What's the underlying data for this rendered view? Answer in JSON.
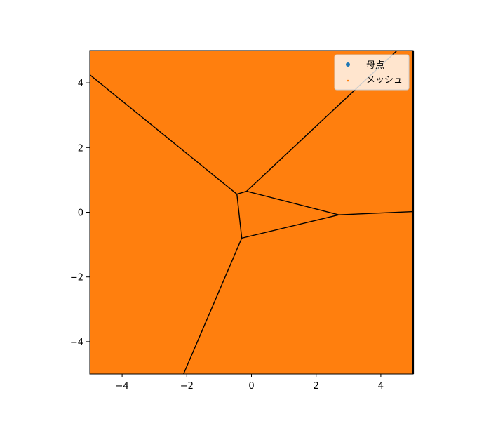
{
  "chart_data": {
    "type": "voronoi",
    "title": "",
    "xlabel": "",
    "ylabel": "",
    "xlim": [
      -5,
      5
    ],
    "ylim": [
      -5,
      5
    ],
    "xticks": [
      -4,
      -2,
      0,
      2,
      4
    ],
    "yticks": [
      -4,
      -2,
      0,
      2,
      4
    ],
    "xtick_labels": [
      "−4",
      "−2",
      "0",
      "2",
      "4"
    ],
    "ytick_labels": [
      "−4",
      "−2",
      "0",
      "2",
      "4"
    ],
    "grid": false,
    "legend_position": "upper-right",
    "fill_color": "#ff7f0e",
    "edge_color": "#000000",
    "series": [
      {
        "name": "母点",
        "marker": "circle",
        "color": "#1f77b4"
      },
      {
        "name": "メッシュ",
        "marker": "dot",
        "color": "#ff7f0e"
      }
    ],
    "voronoi_vertices": [
      {
        "id": "A",
        "x": -0.45,
        "y": 0.56
      },
      {
        "id": "B",
        "x": -0.15,
        "y": 0.65
      },
      {
        "id": "C",
        "x": 2.7,
        "y": -0.08
      },
      {
        "id": "D",
        "x": -0.3,
        "y": -0.8
      }
    ],
    "voronoi_edges": [
      {
        "from": [
          -0.45,
          0.56
        ],
        "to": [
          -5.0,
          4.25
        ]
      },
      {
        "from": [
          -0.15,
          0.65
        ],
        "to": [
          4.5,
          5.0
        ]
      },
      {
        "from": [
          2.7,
          -0.08
        ],
        "to": [
          5.0,
          0.02
        ]
      },
      {
        "from": [
          -0.3,
          -0.8
        ],
        "to": [
          -2.1,
          -5.0
        ]
      },
      {
        "from": [
          -0.45,
          0.56
        ],
        "to": [
          -0.15,
          0.65
        ]
      },
      {
        "from": [
          -0.15,
          0.65
        ],
        "to": [
          2.7,
          -0.08
        ]
      },
      {
        "from": [
          2.7,
          -0.08
        ],
        "to": [
          -0.3,
          -0.8
        ]
      },
      {
        "from": [
          -0.3,
          -0.8
        ],
        "to": [
          -0.45,
          0.56
        ]
      }
    ]
  }
}
